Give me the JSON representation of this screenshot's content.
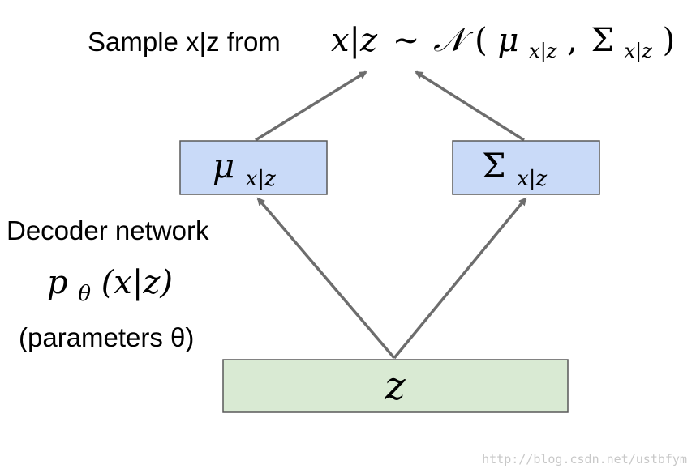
{
  "header": {
    "sample_label": "Sample x|z from",
    "dist_lhs": "x|z",
    "dist_sim": "∼",
    "dist_family": "𝒩",
    "dist_open": "(",
    "dist_mu": "μ",
    "dist_mu_sub": "x|z",
    "dist_comma": ",",
    "dist_sigma": "Σ",
    "dist_sigma_sub": "x|z",
    "dist_close": ")"
  },
  "boxes": {
    "mu": {
      "symbol": "μ",
      "subscript": "x|z",
      "fill": "#c9daf8"
    },
    "sigma": {
      "symbol": "Σ",
      "subscript": "x|z",
      "fill": "#c9daf8"
    },
    "z": {
      "symbol": "z",
      "fill": "#d9ead3"
    }
  },
  "decoder": {
    "title": "Decoder network",
    "p": "p",
    "p_sub": "θ",
    "p_args": "(x|z)",
    "params": "(parameters θ)"
  },
  "watermark": "http://blog.csdn.net/ustbfym",
  "colors": {
    "arrow": "#6d6d6d",
    "box_stroke": "#595959",
    "text": "#000000",
    "watermark": "#c8c8c8"
  }
}
